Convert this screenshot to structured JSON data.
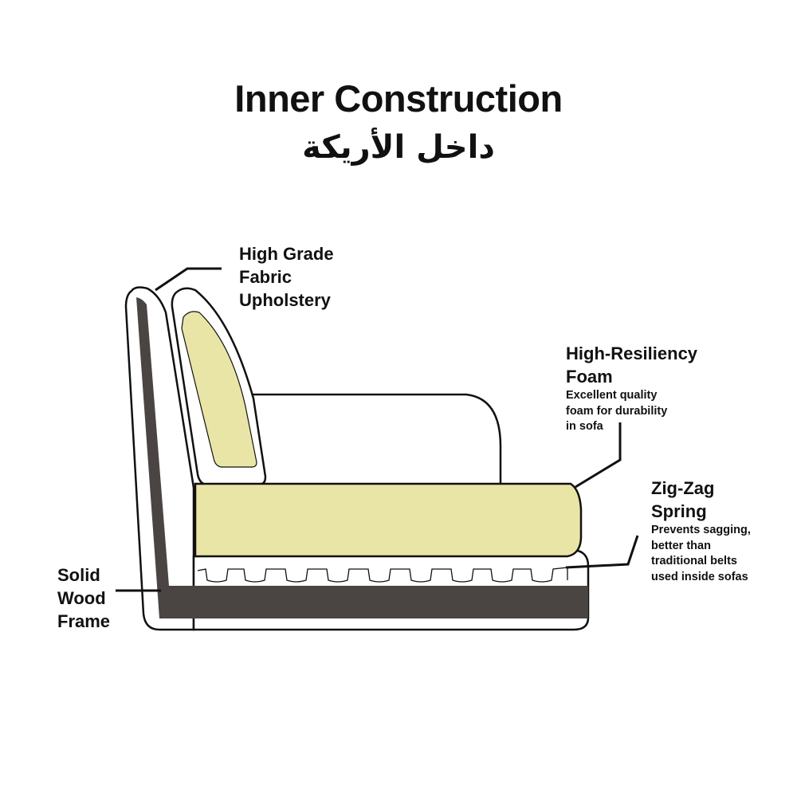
{
  "title": "Inner Construction",
  "subtitle": "داخل الأريكة",
  "labels": {
    "fabric": {
      "line1": "High Grade",
      "line2": "Fabric",
      "line3": "Upholstery"
    },
    "foam": {
      "line1": "High-Resiliency",
      "line2": "Foam",
      "desc1": "Excellent quality",
      "desc2": "foam for durability",
      "desc3": "in sofa"
    },
    "spring": {
      "line1": "Zig-Zag",
      "line2": "Spring",
      "desc1": "Prevents sagging,",
      "desc2": "better than",
      "desc3": "traditional belts",
      "desc4": "used inside sofas"
    },
    "frame": {
      "line1": "Solid",
      "line2": "Wood",
      "line3": "Frame"
    }
  },
  "colors": {
    "foam": "#e9e5a6",
    "wood": "#4a4542",
    "outline": "#111111"
  }
}
